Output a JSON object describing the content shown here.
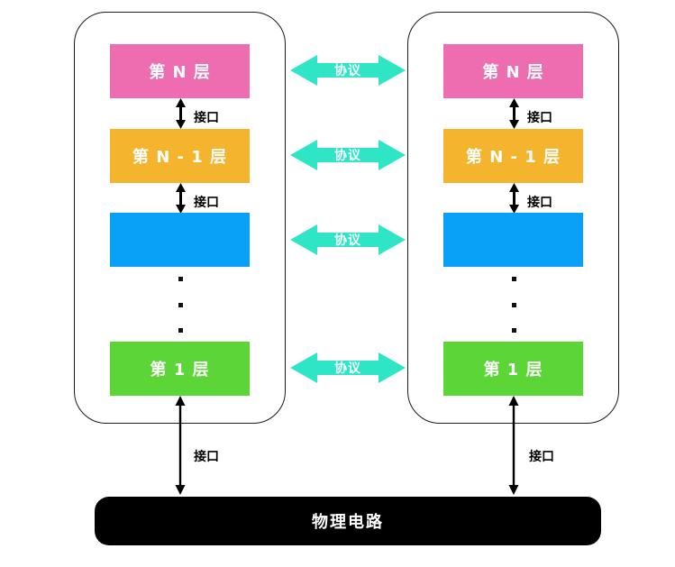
{
  "diagram_title": "layered-protocol-architecture",
  "colors": {
    "layer_n": "#ee6db1",
    "layer_n_minus_1": "#f5b42e",
    "layer_mid": "#09a0f8",
    "layer_1": "#5cd636",
    "protocol_arrow": "#2ee6c6",
    "physical_bar": "#000000",
    "container_border": "#1a1a1a",
    "background": "#ffffff"
  },
  "stacks": [
    {
      "name": "host-left",
      "layers": [
        {
          "id": "layer-n",
          "label": "第 N 层"
        },
        {
          "id": "layer-n-1",
          "label": "第 N - 1 层"
        },
        {
          "id": "layer-mid",
          "label": ""
        },
        {
          "id": "layer-1",
          "label": "第 1 层"
        }
      ],
      "interface_labels": [
        "接口",
        "接口",
        "接口"
      ],
      "ellipsis_dots": 3
    },
    {
      "name": "host-right",
      "layers": [
        {
          "id": "layer-n",
          "label": "第 N 层"
        },
        {
          "id": "layer-n-1",
          "label": "第 N - 1 层"
        },
        {
          "id": "layer-mid",
          "label": ""
        },
        {
          "id": "layer-1",
          "label": "第 1 层"
        }
      ],
      "interface_labels": [
        "接口",
        "接口",
        "接口"
      ],
      "ellipsis_dots": 3
    }
  ],
  "protocol_arrows": [
    {
      "label": "协议"
    },
    {
      "label": "协议"
    },
    {
      "label": "协议"
    },
    {
      "label": "协议"
    }
  ],
  "physical_circuit": {
    "label": "物理电路"
  }
}
